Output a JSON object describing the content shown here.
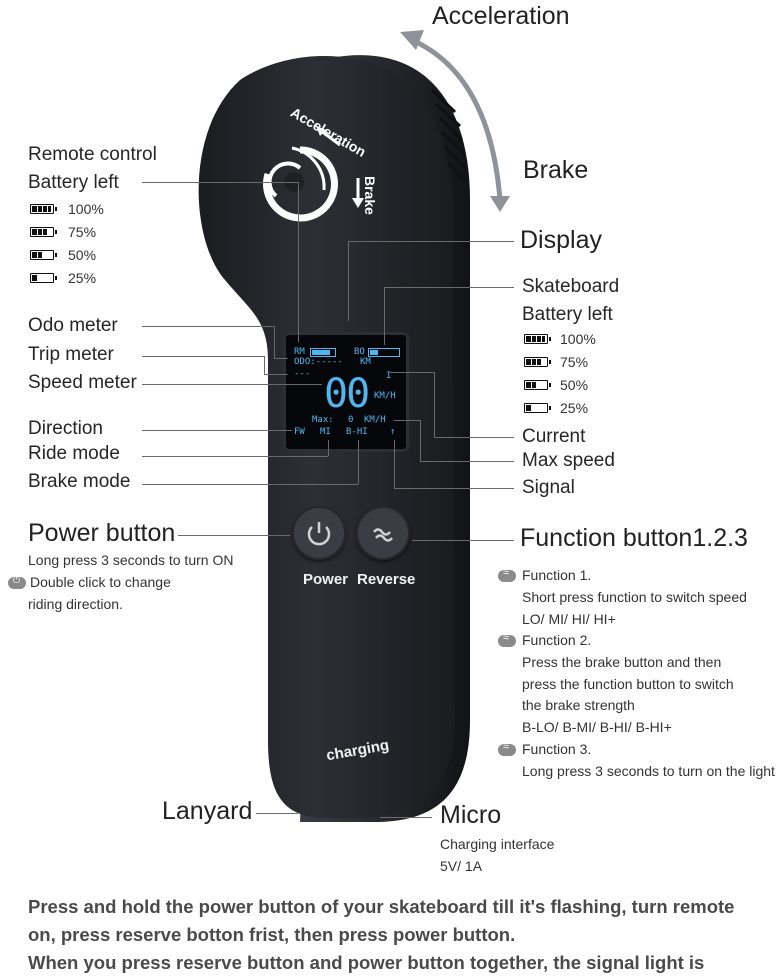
{
  "top": {
    "acceleration": "Acceleration",
    "brake": "Brake"
  },
  "remote_labels": {
    "acceleration": "Acceleration",
    "brake": "Brake",
    "power": "Power",
    "reverse": "Reverse",
    "charging": "charging"
  },
  "remote_battery": {
    "title": "Remote control",
    "subtitle": "Battery left",
    "levels": [
      "100%",
      "75%",
      "50%",
      "25%"
    ]
  },
  "skateboard_battery": {
    "title": "Skateboard",
    "subtitle": "Battery left",
    "levels": [
      "100%",
      "75%",
      "50%",
      "25%"
    ]
  },
  "left_labels": {
    "odo": "Odo meter",
    "trip": "Trip meter",
    "speed": "Speed meter",
    "direction": "Direction",
    "ride": "Ride mode",
    "brake": "Brake mode"
  },
  "right_labels": {
    "display": "Display",
    "current": "Current",
    "max_speed": "Max speed",
    "signal": "Signal"
  },
  "screen": {
    "rm": "RM",
    "bo": "BO",
    "odo": "ODO:-----",
    "km": "KM",
    "trip": "---",
    "current_i": "I",
    "speed": "00",
    "unit": "KM/H",
    "max": "Max:",
    "max_val": "0",
    "max_unit": "KM/H",
    "fw": "FW",
    "mi": "MI",
    "bhi": "B-HI",
    "arrow": "↑"
  },
  "power_button": {
    "title": "Power button",
    "line1": "Long press 3 seconds to turn ON",
    "line2": "Double click to change",
    "line3": "riding direction."
  },
  "function_button": {
    "title": "Function button1.2.3",
    "f1_title": "Function 1.",
    "f1_line1": "Short press function to switch speed",
    "f1_line2": "LO/ MI/ HI/ HI+",
    "f2_title": "Function 2.",
    "f2_line1": "Press the brake button and then",
    "f2_line2": "press the function button to switch",
    "f2_line3": "the brake strength",
    "f2_line4": "B-LO/ B-MI/ B-HI/ B-HI+",
    "f3_title": "Function 3.",
    "f3_line1": "Long press 3 seconds to turn on the light"
  },
  "bottom_labels": {
    "lanyard": "Lanyard",
    "micro": "Micro",
    "charging_interface": "Charging interface",
    "spec": "5V/ 1A"
  },
  "instructions": {
    "line1": "Press and hold the power button of your skateboard till it's flashing, turn remote",
    "line2": "on, press reserve botton frist, then press power button.",
    "line3": "When you press reserve button and power button together, the signal light is"
  },
  "colors": {
    "body": "#26282d",
    "screen_text": "#4fb6f0",
    "arrow": "#8f9399"
  }
}
